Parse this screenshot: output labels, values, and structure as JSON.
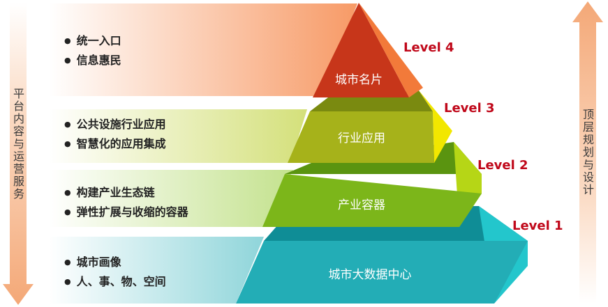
{
  "left_side_label": "平台内容与运营服务",
  "right_side_label": "顶层规划与设计",
  "tiers": [
    {
      "level_label": "Level 4",
      "tier_name": "城市名片",
      "bullets": [
        "统一入口",
        "信息惠民"
      ],
      "colors": {
        "front": "#c7361a",
        "side": "#f27a3a",
        "band": "#f7a070"
      }
    },
    {
      "level_label": "Level 3",
      "tier_name": "行业应用",
      "bullets": [
        "公共设施行业应用",
        "智慧化的应用集成"
      ],
      "colors": {
        "front": "#a6b21a",
        "side": "#f2e700",
        "band": "#e2ea9a"
      }
    },
    {
      "level_label": "Level 2",
      "tier_name": "产业容器",
      "bullets": [
        "构建产业生态链",
        "弹性扩展与收缩的容器"
      ],
      "colors": {
        "front": "#7cb61a",
        "side": "#b6d616",
        "band": "#d8ecb2"
      }
    },
    {
      "level_label": "Level 1",
      "tier_name": "城市大数据中心",
      "bullets": [
        "城市画像",
        "人、事、物、空间"
      ],
      "colors": {
        "front": "#23adb6",
        "side": "#23c6cc",
        "band": "#b2e3e6"
      }
    }
  ],
  "arrow_color": "#f4b48a"
}
